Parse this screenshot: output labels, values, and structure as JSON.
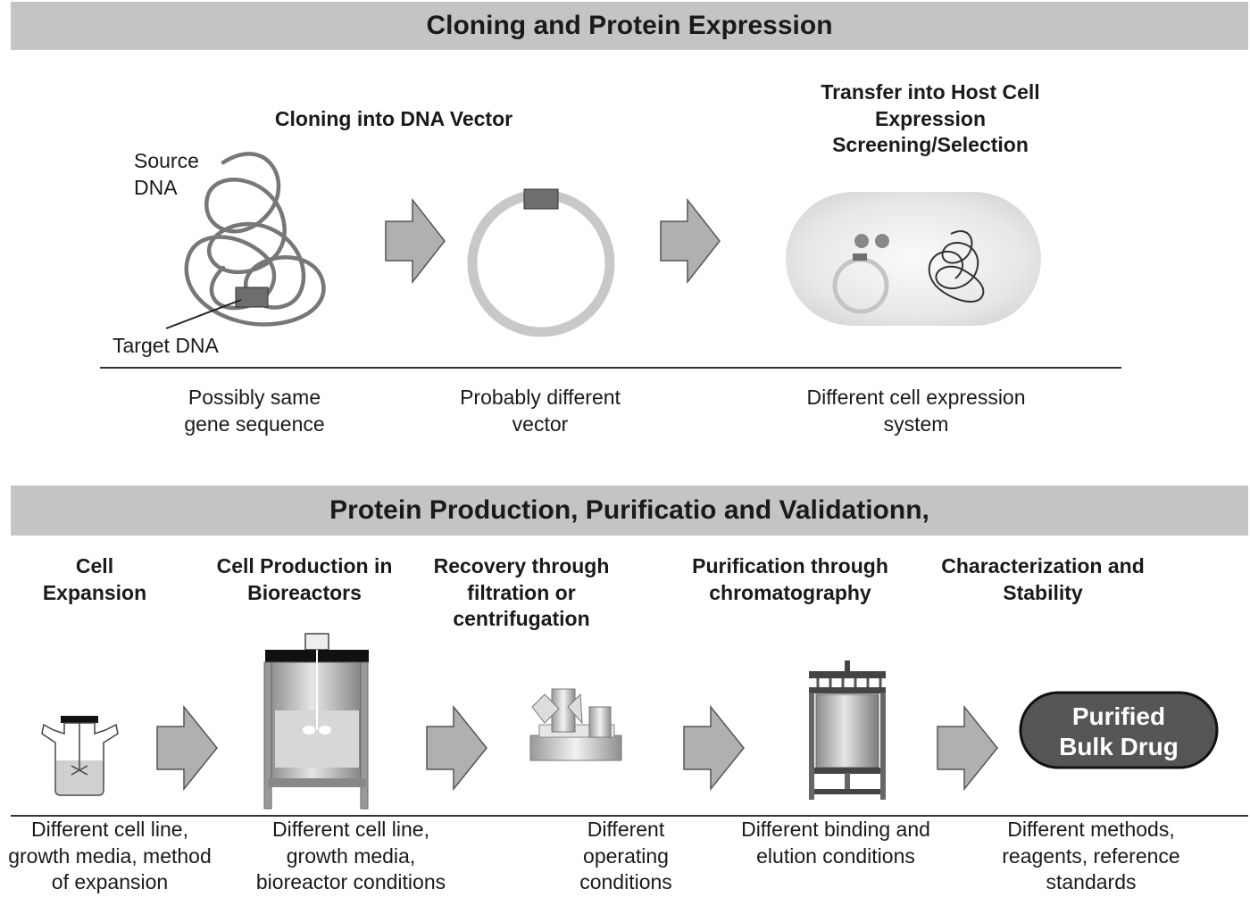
{
  "top_section": {
    "title": "Cloning and Protein Expression",
    "source_label": [
      "Source",
      "DNA"
    ],
    "target_label": "Target DNA",
    "step_vector": "Cloning into DNA Vector",
    "step_host": [
      "Transfer into Host Cell",
      "Expression",
      "Screening/Selection"
    ],
    "notes": [
      [
        "Possibly same",
        "gene sequence"
      ],
      [
        "Probably different",
        "vector"
      ],
      [
        "Different cell expression",
        "system"
      ]
    ]
  },
  "bottom_section": {
    "title": "Protein Production, Purificatio and Validationn,",
    "steps": [
      [
        "Cell",
        "Expansion"
      ],
      [
        "Cell Production in",
        "Bioreactors"
      ],
      [
        "Recovery through",
        "filtration or",
        "centrifugation"
      ],
      [
        "Purification through",
        "chromatography"
      ],
      [
        "Characterization and",
        "Stability"
      ]
    ],
    "result_label": [
      "Purified",
      "Bulk Drug"
    ],
    "notes": [
      [
        "Different cell line,",
        "growth media, method",
        "of expansion"
      ],
      [
        "Different cell line,",
        "growth media,",
        "bioreactor conditions"
      ],
      [
        "Different",
        "operating",
        "conditions"
      ],
      [
        "Different binding and",
        "elution conditions"
      ],
      [
        "Different methods,",
        "reagents, reference",
        "standards"
      ]
    ]
  },
  "colors": {
    "banner": "#c4c4c4",
    "arrow_fill": "#b0b0b0",
    "dna_strand": "#777777",
    "plasmid_ring": "#c8c8c8",
    "insert_box": "#6e6e6e",
    "result_fill": "#555555"
  }
}
